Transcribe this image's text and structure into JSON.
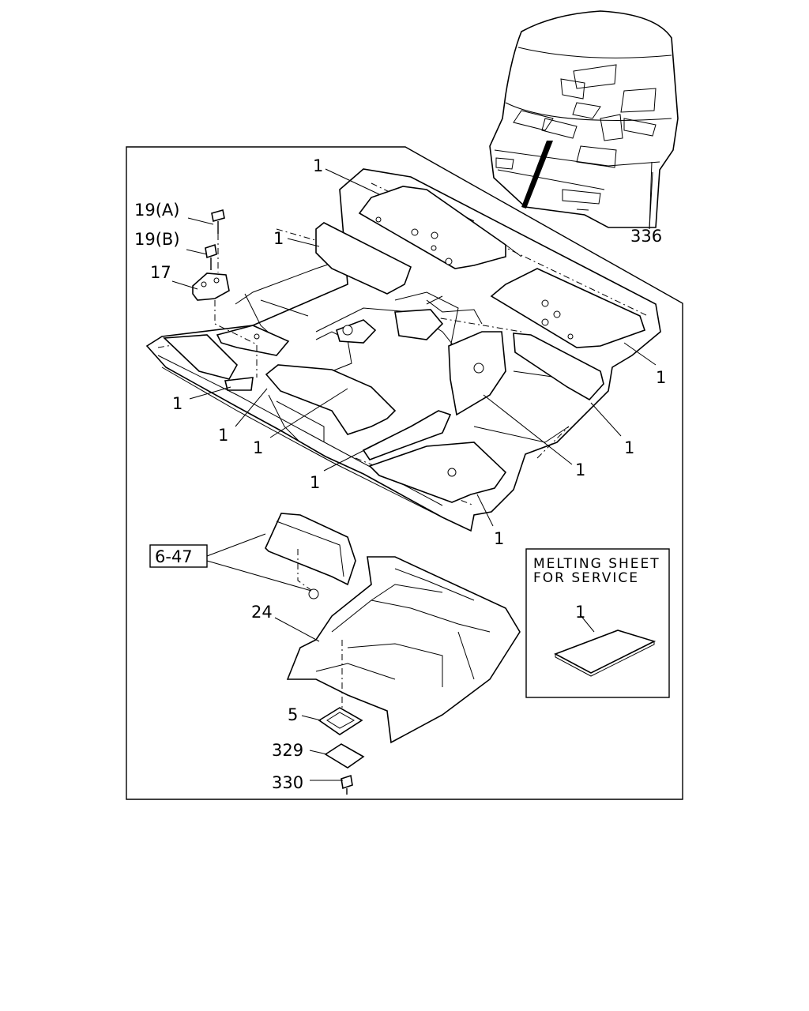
{
  "callouts": {
    "sheet_top_center": "1",
    "sheet_upper_left": "1",
    "bolt_a": "19(A)",
    "bolt_b": "19(B)",
    "bracket": "17",
    "cab": "336",
    "sheet_right_upper": "1",
    "sheet_left_lower": "1",
    "sheet_left_center_1": "1",
    "sheet_left_center_2": "1",
    "sheet_center_lower": "1",
    "sheet_right_mid": "1",
    "sheet_right_lower": "1",
    "sheet_front": "1",
    "ref_box": "6-47",
    "floor_cover": "24",
    "grommet": "5",
    "plate": "329",
    "screw": "330",
    "inset_sheet": "1"
  },
  "inset": {
    "title_line1": "MELTING SHEET",
    "title_line2": "FOR SERVICE"
  }
}
